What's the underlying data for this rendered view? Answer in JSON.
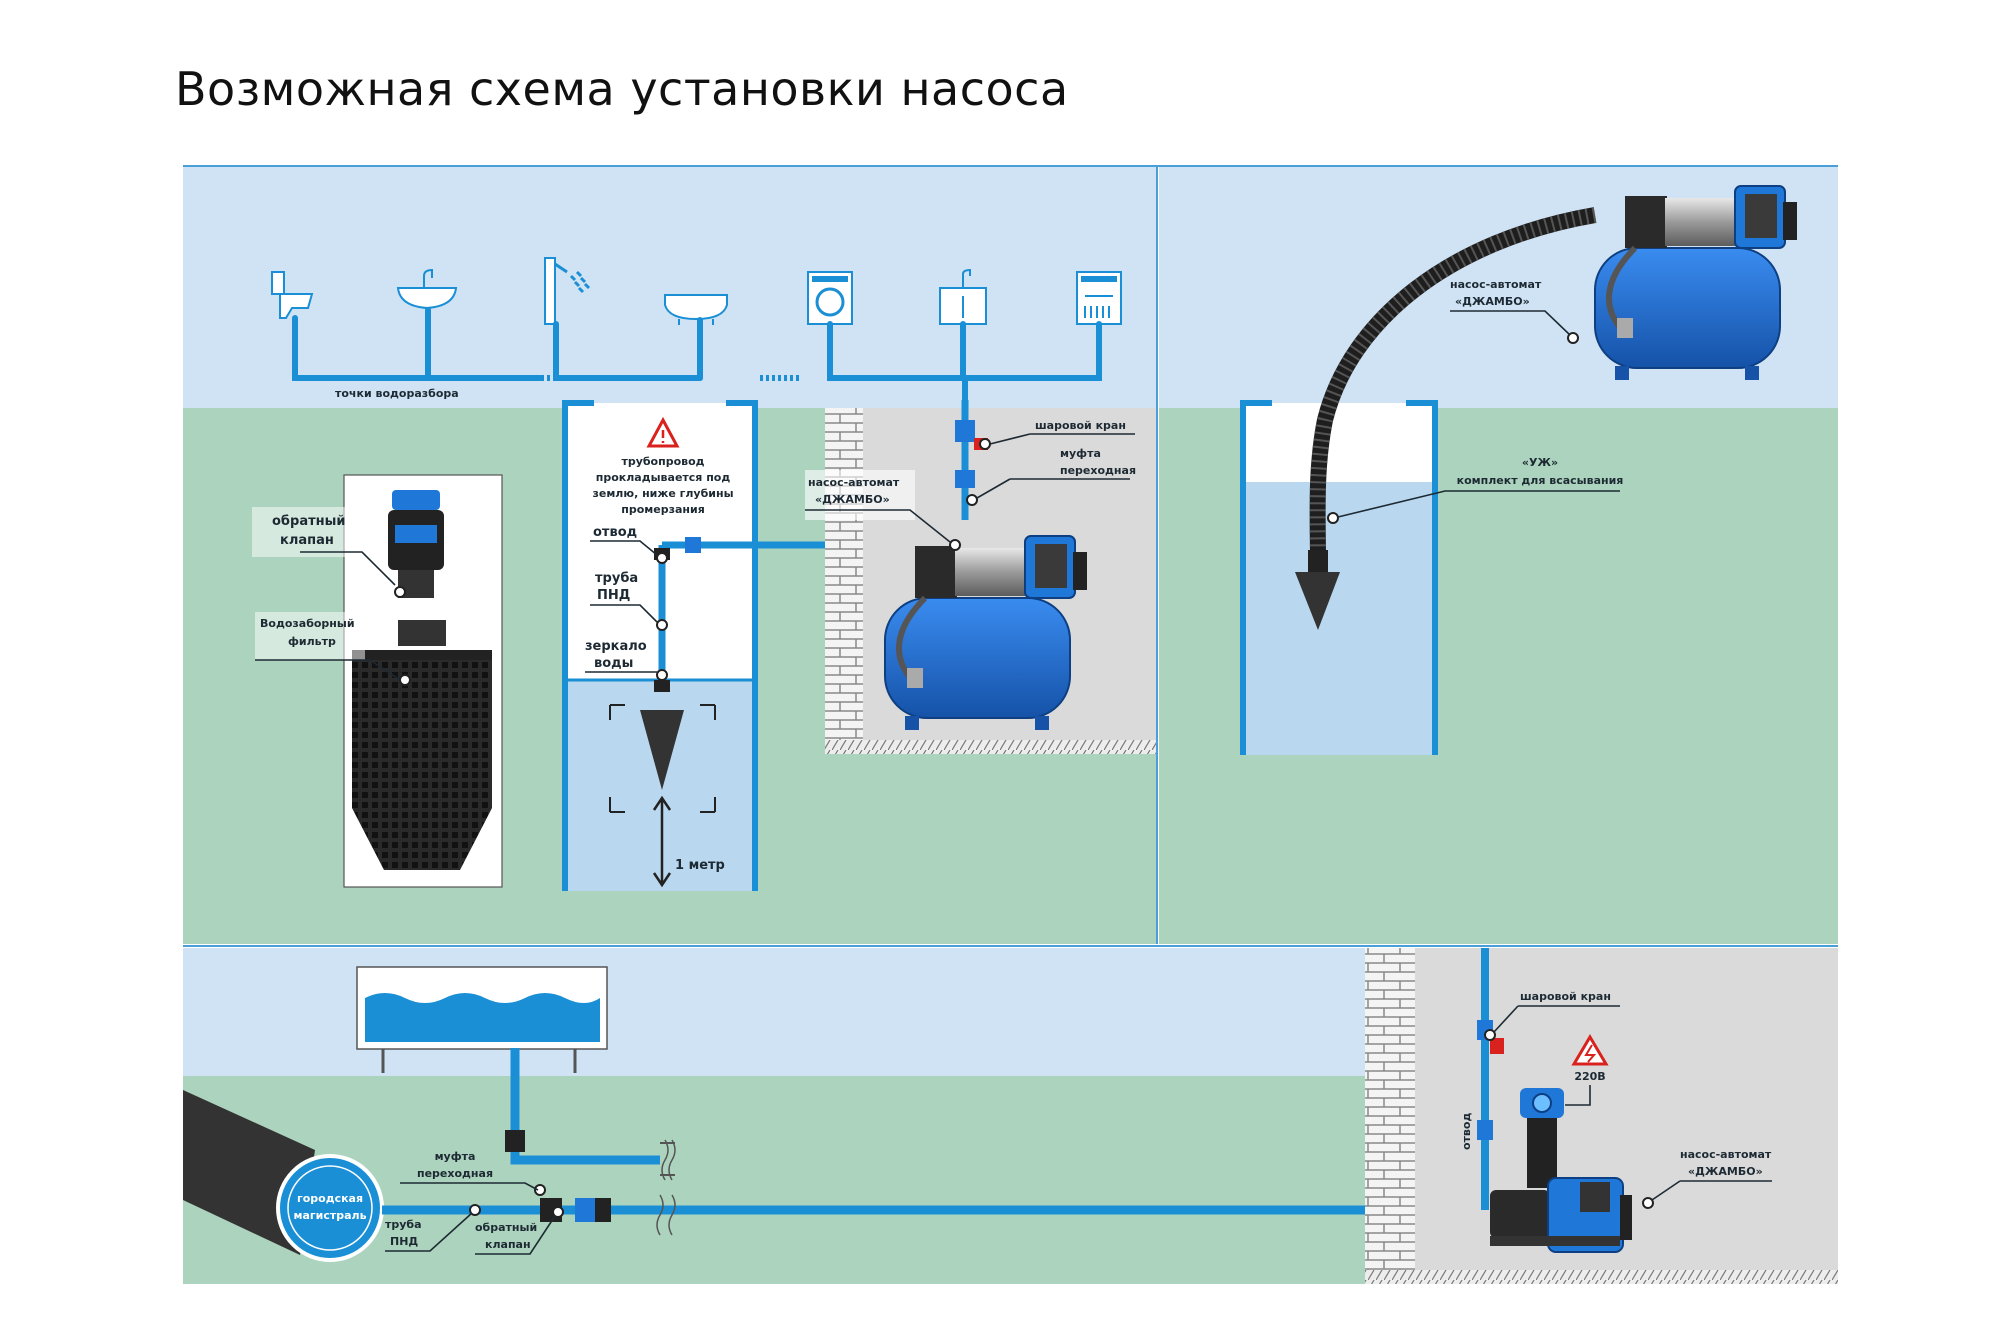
{
  "title": "Возможная схема установки насоса",
  "colors": {
    "sky": "#cfe3f4",
    "ground": "#acd3bd",
    "pipe": "#1a8fd6",
    "pipe_dark": "#0f5e9c",
    "tank": "#1e6fd0",
    "water": "#b9d8ef",
    "basement": "#dadada",
    "frame": "#4a9fd8"
  },
  "panel1": {
    "water_points_label": "точки водоразбора",
    "fixtures": [
      "toilet-icon",
      "washbasin-icon",
      "shower-icon",
      "bathtub-icon",
      "washing-machine-icon",
      "sink-icon",
      "dishwasher-icon"
    ],
    "warning": [
      "трубопровод",
      "прокладывается под",
      "землю, ниже глубины",
      "промерзания"
    ],
    "check_valve": [
      "обратный",
      "клапан"
    ],
    "intake_filter": [
      "Водозаборный",
      "фильтр"
    ],
    "elbow": "отвод",
    "hdpe_pipe": [
      "труба",
      "ПНД"
    ],
    "water_level": [
      "зеркало",
      "воды"
    ],
    "depth": "1 метр",
    "ball_valve": "шаровой кран",
    "coupling": [
      "муфта",
      "переходная"
    ],
    "pump": [
      "насос-автомат",
      "«ДЖАМБО»"
    ]
  },
  "panel2": {
    "pump": [
      "насос-автомат",
      "«ДЖАМБО»"
    ],
    "suction_kit": [
      "«УЖ»",
      "комплект для всасывания"
    ]
  },
  "panel3": {
    "city_main": [
      "городская",
      "магистраль"
    ],
    "coupling": [
      "муфта",
      "переходная"
    ],
    "hdpe_pipe": [
      "труба",
      "ПНД"
    ],
    "check_valve": [
      "обратный",
      "клапан"
    ],
    "ball_valve": "шаровой кран",
    "voltage": "220В",
    "elbow": "отвод",
    "pump": [
      "насос-автомат",
      "«ДЖАМБО»"
    ]
  }
}
